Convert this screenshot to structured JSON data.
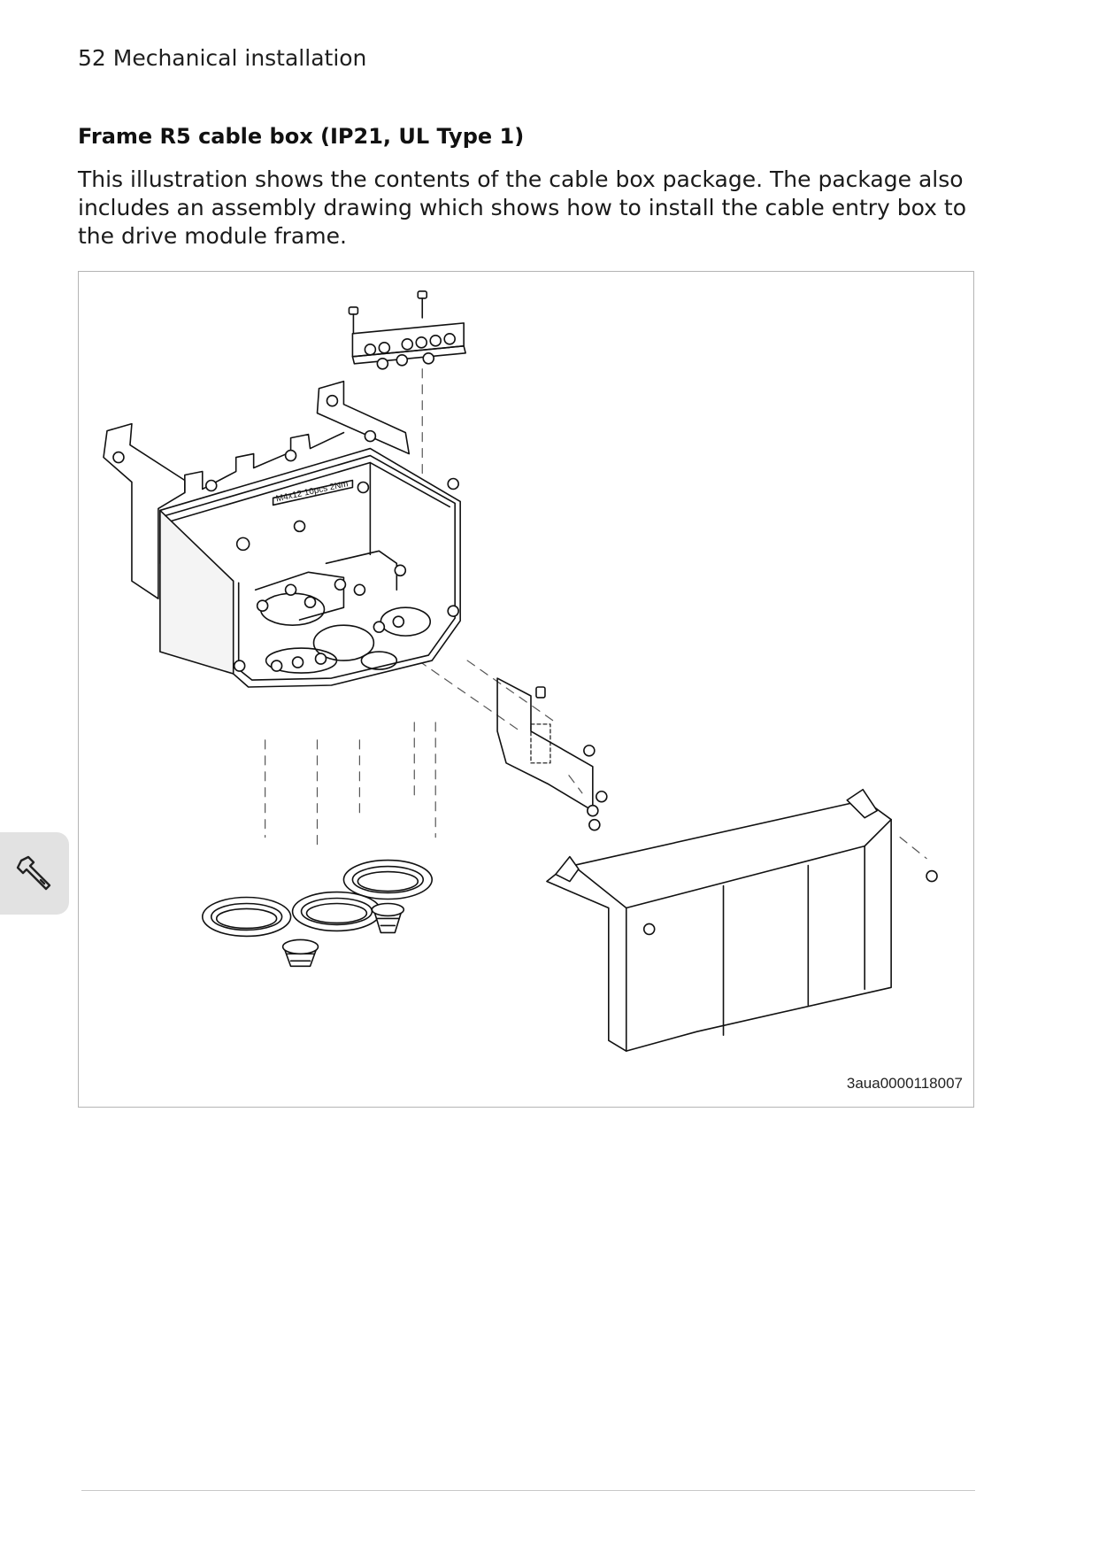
{
  "header": {
    "running_head": "52 Mechanical installation"
  },
  "section": {
    "title": "Frame R5 cable box (IP21, UL Type 1)",
    "body": "This illustration shows the contents of the cable box package. The package also includes an assembly drawing which shows how to install the cable entry box to the drive module frame."
  },
  "figure": {
    "id_code": "3aua0000118007",
    "label_plate": "M4x12  10pcs  2Nm"
  },
  "side_tab": {
    "icon": "wrench-icon"
  }
}
